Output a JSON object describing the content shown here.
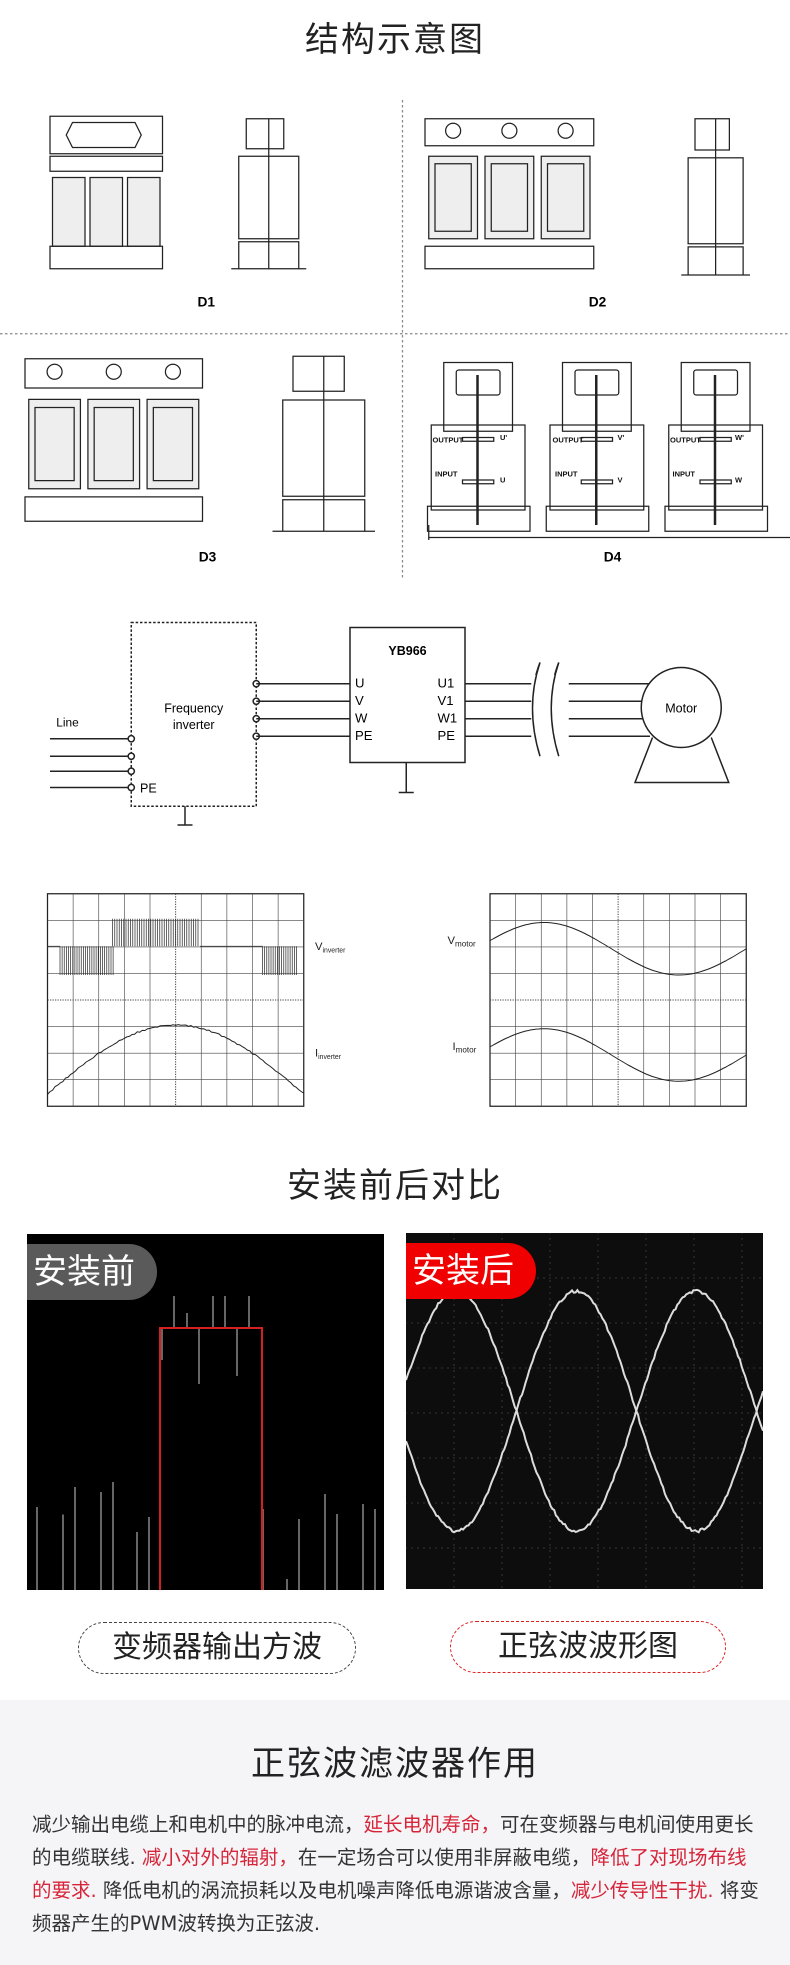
{
  "structure": {
    "title": "结构示意图",
    "labels": [
      "D1",
      "D2",
      "D3",
      "D4"
    ],
    "d4_terms": [
      {
        "output": "OUTPUT",
        "input": "INPUT",
        "out_t": "U'",
        "in_t": "U"
      },
      {
        "output": "OUTPUT",
        "input": "INPUT",
        "out_t": "V'",
        "in_t": "V"
      },
      {
        "output": "OUTPUT",
        "input": "INPUT",
        "out_t": "W'",
        "in_t": "W"
      }
    ]
  },
  "circuit": {
    "line": "Line",
    "inverter_l1": "Frequency",
    "inverter_l2": "inverter",
    "pe_left": "PE",
    "filter": "YB966",
    "in_terms": [
      "U",
      "V",
      "W",
      "PE"
    ],
    "out_terms": [
      "U1",
      "V1",
      "W1",
      "PE"
    ],
    "motor": "Motor"
  },
  "scopes": {
    "v_inverter": {
      "main": "V",
      "sub": "inverter"
    },
    "i_inverter": {
      "main": "I",
      "sub": "inverter"
    },
    "v_motor": {
      "main": "V",
      "sub": "motor"
    },
    "i_motor": {
      "main": "I",
      "sub": "motor"
    }
  },
  "compare": {
    "title": "安装前后对比",
    "before_tag": "安装前",
    "after_tag": "安装后",
    "before_caption": "变频器输出方波",
    "after_caption": "正弦波波形图",
    "colors": {
      "before_tag": "#5a5a5a",
      "after_tag": "#f00000",
      "square": "#d42020"
    }
  },
  "function": {
    "title": "正弦波滤波器作用",
    "segments": [
      {
        "text": "减少输出电缆上和电机中的脉冲电流，",
        "hl": false
      },
      {
        "text": "延长电机寿命，",
        "hl": true
      },
      {
        "text": "可在变频器与电机间使用更长的电缆联线. ",
        "hl": false
      },
      {
        "text": "减小对外的辐射，",
        "hl": true
      },
      {
        "text": "在一定场合可以使用非屏蔽电缆，",
        "hl": false
      },
      {
        "text": "降低了对现场布线的要求. ",
        "hl": true
      },
      {
        "text": " 降低电机的涡流损耗以及电机噪声降低电源谐波含量，",
        "hl": false
      },
      {
        "text": "减少传导性干扰. ",
        "hl": true
      },
      {
        "text": " 将变频器产生的PWM波转换为正弦波.",
        "hl": false
      }
    ]
  }
}
